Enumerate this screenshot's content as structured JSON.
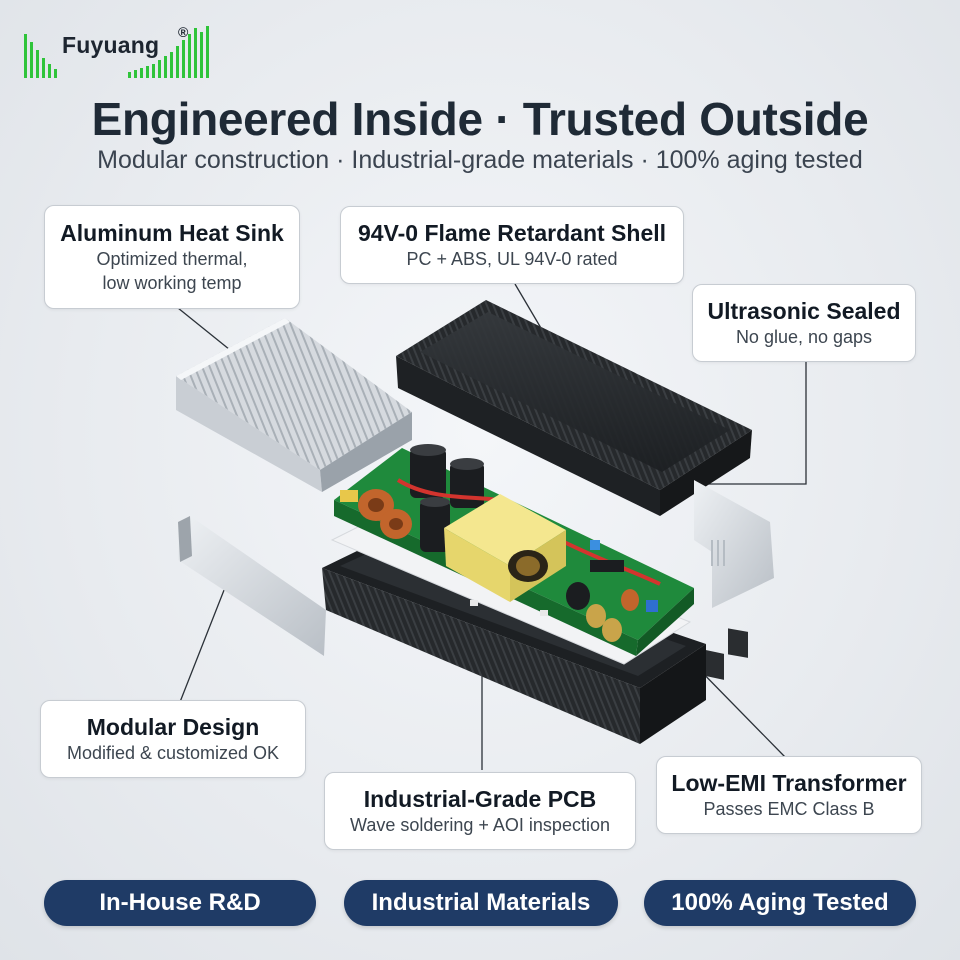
{
  "brand": {
    "name": "Fuyuang",
    "registered_mark": "®"
  },
  "header": {
    "title": "Engineered Inside · Trusted Outside",
    "subtitle": "Modular construction · Industrial-grade materials · 100% aging tested"
  },
  "callouts": {
    "heat_sink": {
      "title": "Aluminum Heat Sink",
      "line1": "Optimized thermal,",
      "line2": "low working temp"
    },
    "shell": {
      "title": "94V-0 Flame Retardant Shell",
      "line1": "PC + ABS, UL 94V-0 rated"
    },
    "sealed": {
      "title": "Ultrasonic Sealed",
      "line1": "No glue, no gaps"
    },
    "modular": {
      "title": "Modular Design",
      "line1": "Modified & customized OK"
    },
    "pcb": {
      "title": "Industrial-Grade PCB",
      "line1": "Wave soldering + AOI inspection"
    },
    "transformer": {
      "title": "Low-EMI Transformer",
      "line1": "Passes EMC Class B"
    }
  },
  "badges": [
    "In-House R&D",
    "Industrial Materials",
    "100% Aging Tested"
  ],
  "colors": {
    "brand_green": "#2fc43a",
    "title_text": "#1f2a36",
    "badge_bg": "#1f3b66",
    "pcb_green": "#1f8a3c",
    "transformer_yellow": "#f0e28a",
    "shell_black": "#232629",
    "heat_sink_silver": "#cfd4d9"
  }
}
